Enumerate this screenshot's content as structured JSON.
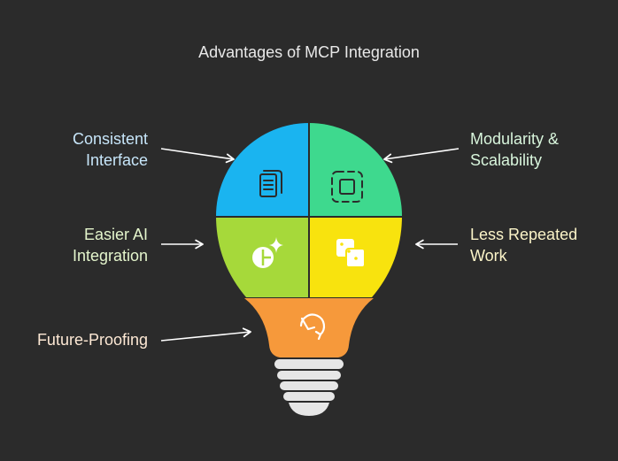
{
  "title": "Advantages of MCP Integration",
  "colors": {
    "background": "#2b2b2b",
    "consistent_interface": "#1ab4f0",
    "modularity_scalability": "#3ed98e",
    "easier_ai_integration": "#a6d93a",
    "less_repeated_work": "#f8e30e",
    "future_proofing": "#f6993b",
    "bulb_base": "#e6e6e6",
    "label_left": "#c7e6fa",
    "label_right": "#d8f5dc",
    "label_bottom": "#fde8d4"
  },
  "items": [
    {
      "key": "consistent_interface",
      "lines": [
        "Consistent",
        "Interface"
      ],
      "icon": "document-copy-icon"
    },
    {
      "key": "modularity_scalability",
      "lines": [
        "Modularity &",
        "Scalability"
      ],
      "icon": "modular-frame-icon"
    },
    {
      "key": "easier_ai_integration",
      "lines": [
        "Easier AI",
        "Integration"
      ],
      "icon": "ai-sparkle-icon"
    },
    {
      "key": "less_repeated_work",
      "lines": [
        "Less Repeated",
        "Work"
      ],
      "icon": "copy-stack-icon"
    },
    {
      "key": "future_proofing",
      "lines": [
        "Future-Proofing"
      ],
      "icon": "rotate-arrow-icon"
    }
  ]
}
